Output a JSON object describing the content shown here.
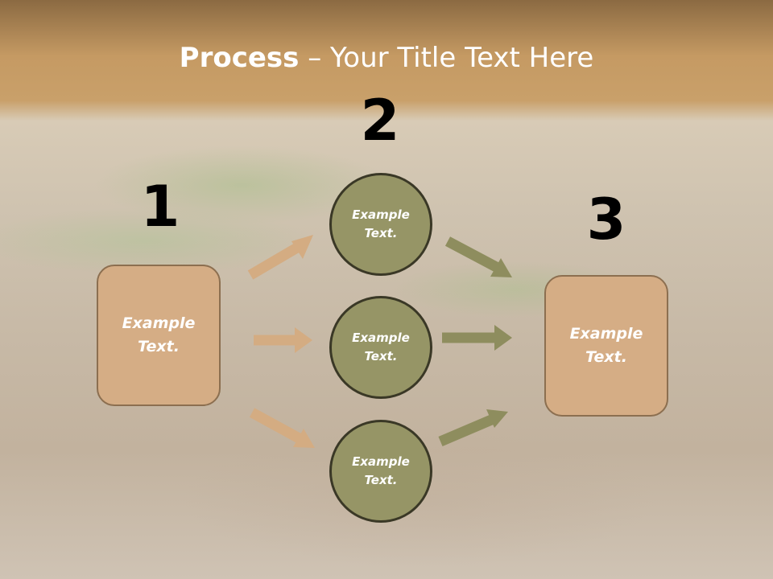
{
  "title": {
    "bold": "Process",
    "dash": " – ",
    "rest": "Your Title Text Here"
  },
  "steps": {
    "one": "1",
    "two": "2",
    "three": "3"
  },
  "left_box": {
    "text": "Example Text."
  },
  "right_box": {
    "text": "Example Text."
  },
  "circles": [
    {
      "text": "Example Text."
    },
    {
      "text": "Example Text."
    },
    {
      "text": "Example Text."
    }
  ],
  "colors": {
    "box_fill": "#d5ad85",
    "circle_fill": "#969566",
    "arrow_tan": "#d4ac82",
    "arrow_olive": "#8e8d5e"
  }
}
